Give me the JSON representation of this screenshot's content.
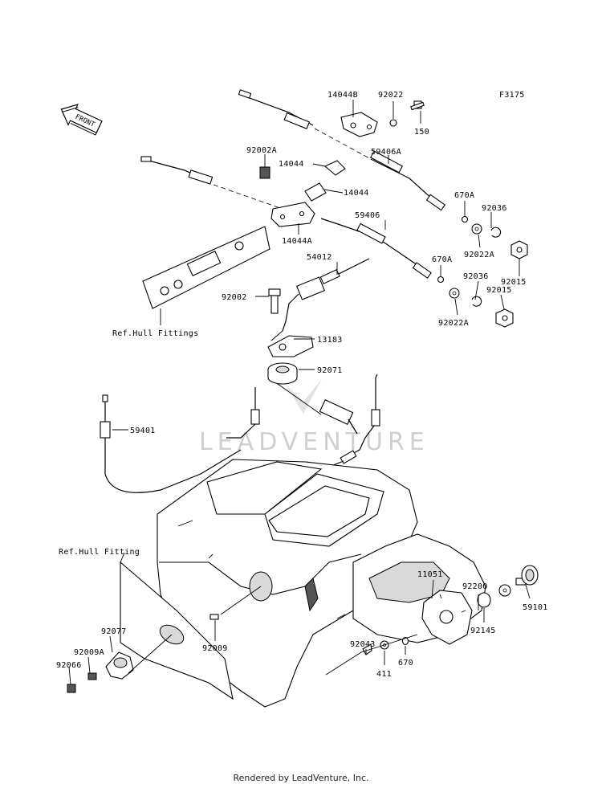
{
  "figure_code": "F3175",
  "front_label": "FRONT",
  "watermark": "LEADVENTURE",
  "footer": "Rendered by LeadVenture, Inc.",
  "parts": {
    "p14044B": "14044B",
    "p92022": "92022",
    "p150": "150",
    "p59406A": "59406A",
    "p92002A": "92002A",
    "p14044_a": "14044",
    "p14044_b": "14044",
    "p14044A": "14044A",
    "p670A_a": "670A",
    "p92036_a": "92036",
    "p92022A_a": "92022A",
    "p92015_a": "92015",
    "p59406": "59406",
    "p54012": "54012",
    "p670A_b": "670A",
    "p92036_b": "92036",
    "p92015_b": "92015",
    "p92022A_b": "92022A",
    "p92002": "92002",
    "p13183": "13183",
    "p92071": "92071",
    "p59401": "59401",
    "p92200": "92200",
    "p11051": "11051",
    "p59101": "59101",
    "p92145": "92145",
    "p92043": "92043",
    "p411": "411",
    "p670": "670",
    "p92077": "92077",
    "p92009A": "92009A",
    "p92066": "92066",
    "p92009": "92009"
  },
  "refs": {
    "hull_fittings": "Ref.Hull Fittings",
    "hull_fitting": "Ref.Hull Fitting"
  }
}
